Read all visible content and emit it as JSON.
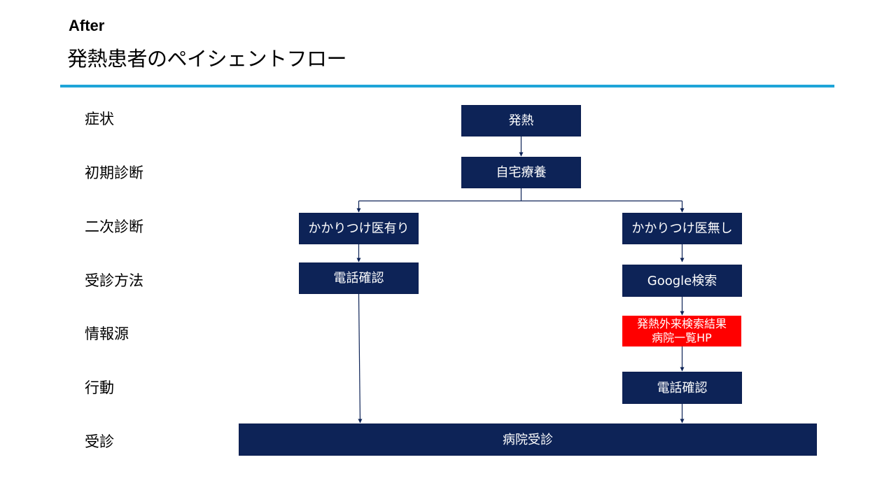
{
  "header": {
    "label": "After",
    "title": "発熱患者のペイシェントフロー"
  },
  "colors": {
    "box": "#0d2357",
    "highlight": "#ff0000",
    "rule": "#1ea5d8",
    "arrow": "#0d2357"
  },
  "rows": [
    "症状",
    "初期診断",
    "二次診断",
    "受診方法",
    "情報源",
    "行動",
    "受診"
  ],
  "nodes": {
    "fever": "発熱",
    "home_care": "自宅療養",
    "has_doctor": "かかりつけ医有り",
    "no_doctor": "かかりつけ医無し",
    "phone_left": "電話確認",
    "google": "Google検索",
    "search_result": "発熱外来検索結果\n病院一覧HP",
    "phone_right": "電話確認",
    "hospital_visit": "病院受診"
  }
}
